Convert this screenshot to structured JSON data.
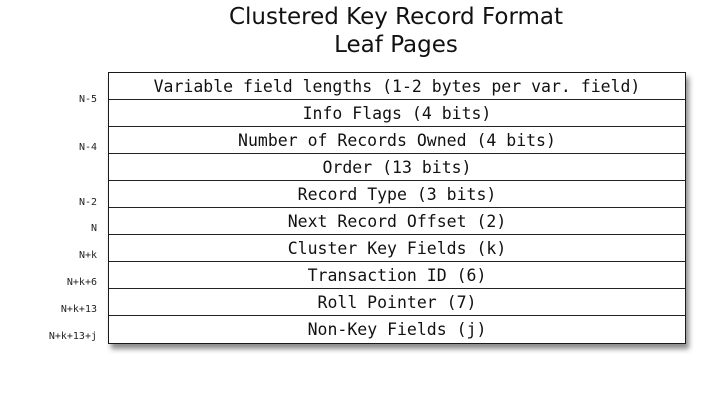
{
  "title": {
    "line1": "Clustered Key Record Format",
    "line2": "Leaf Pages"
  },
  "rows": [
    "Variable field lengths (1-2 bytes per var. field)",
    "Info Flags (4 bits)",
    "Number of Records Owned (4 bits)",
    "Order (13 bits)",
    "Record Type (3 bits)",
    "Next Record Offset (2)",
    "Cluster Key Fields (k)",
    "Transaction ID (6)",
    "Roll Pointer (7)",
    "Non-Key Fields (j)"
  ],
  "offsets": [
    "N-5",
    "N-4",
    "N-2",
    "N",
    "N+k",
    "N+k+6",
    "N+k+13",
    "N+k+13+j"
  ]
}
